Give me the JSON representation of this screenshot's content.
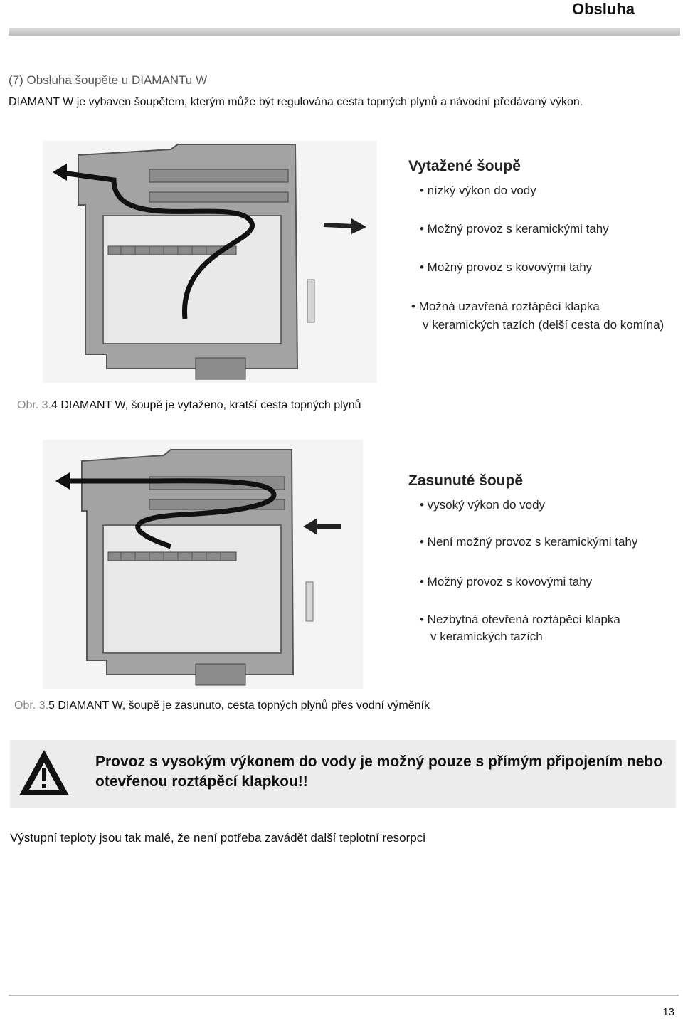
{
  "header": {
    "title": "Obsluha"
  },
  "section": {
    "title": "(7) Obsluha šoupěte u DIAMANTu  W",
    "intro": "DIAMANT W je vybaven šoupětem, kterým může být regulována cesta topných plynů a návodní předávaný výkon."
  },
  "figure1": {
    "heading": "Vytažené šoupě",
    "bullets": [
      "• nízký výkon do vody",
      "• Možný provoz s keramickými tahy",
      "• Možný provoz s kovovými tahy",
      "• Možná uzavřená roztápěcí klapka",
      "v keramických tazích (delší cesta do komína)"
    ],
    "caption_prefix": "Obr. 3.",
    "caption": "4 DIAMANT W, šoupě je vytaženo, kratší cesta topných plynů"
  },
  "figure2": {
    "heading": "Zasunuté šoupě",
    "bullets": [
      "• vysoký výkon do vody",
      "• Není možný provoz s keramickými tahy",
      "• Možný provoz s kovovými tahy",
      "• Nezbytná otevřená roztápěcí klapka",
      "v keramických tazích"
    ],
    "caption_prefix": "Obr. 3.",
    "caption": "5 DIAMANT W, šoupě je zasunuto, cesta topných plynů přes vodní výměník"
  },
  "warning": {
    "icon": "warning-triangle-icon",
    "text": "Provoz s vysokým výkonem do vody je možný pouze s přímým připojením nebo otevřenou roztápěcí klapkou!!"
  },
  "footer": {
    "note": "Výstupní teploty jsou tak malé, že není potřeba zavádět další teplotní resorpci",
    "page_number": "13"
  }
}
